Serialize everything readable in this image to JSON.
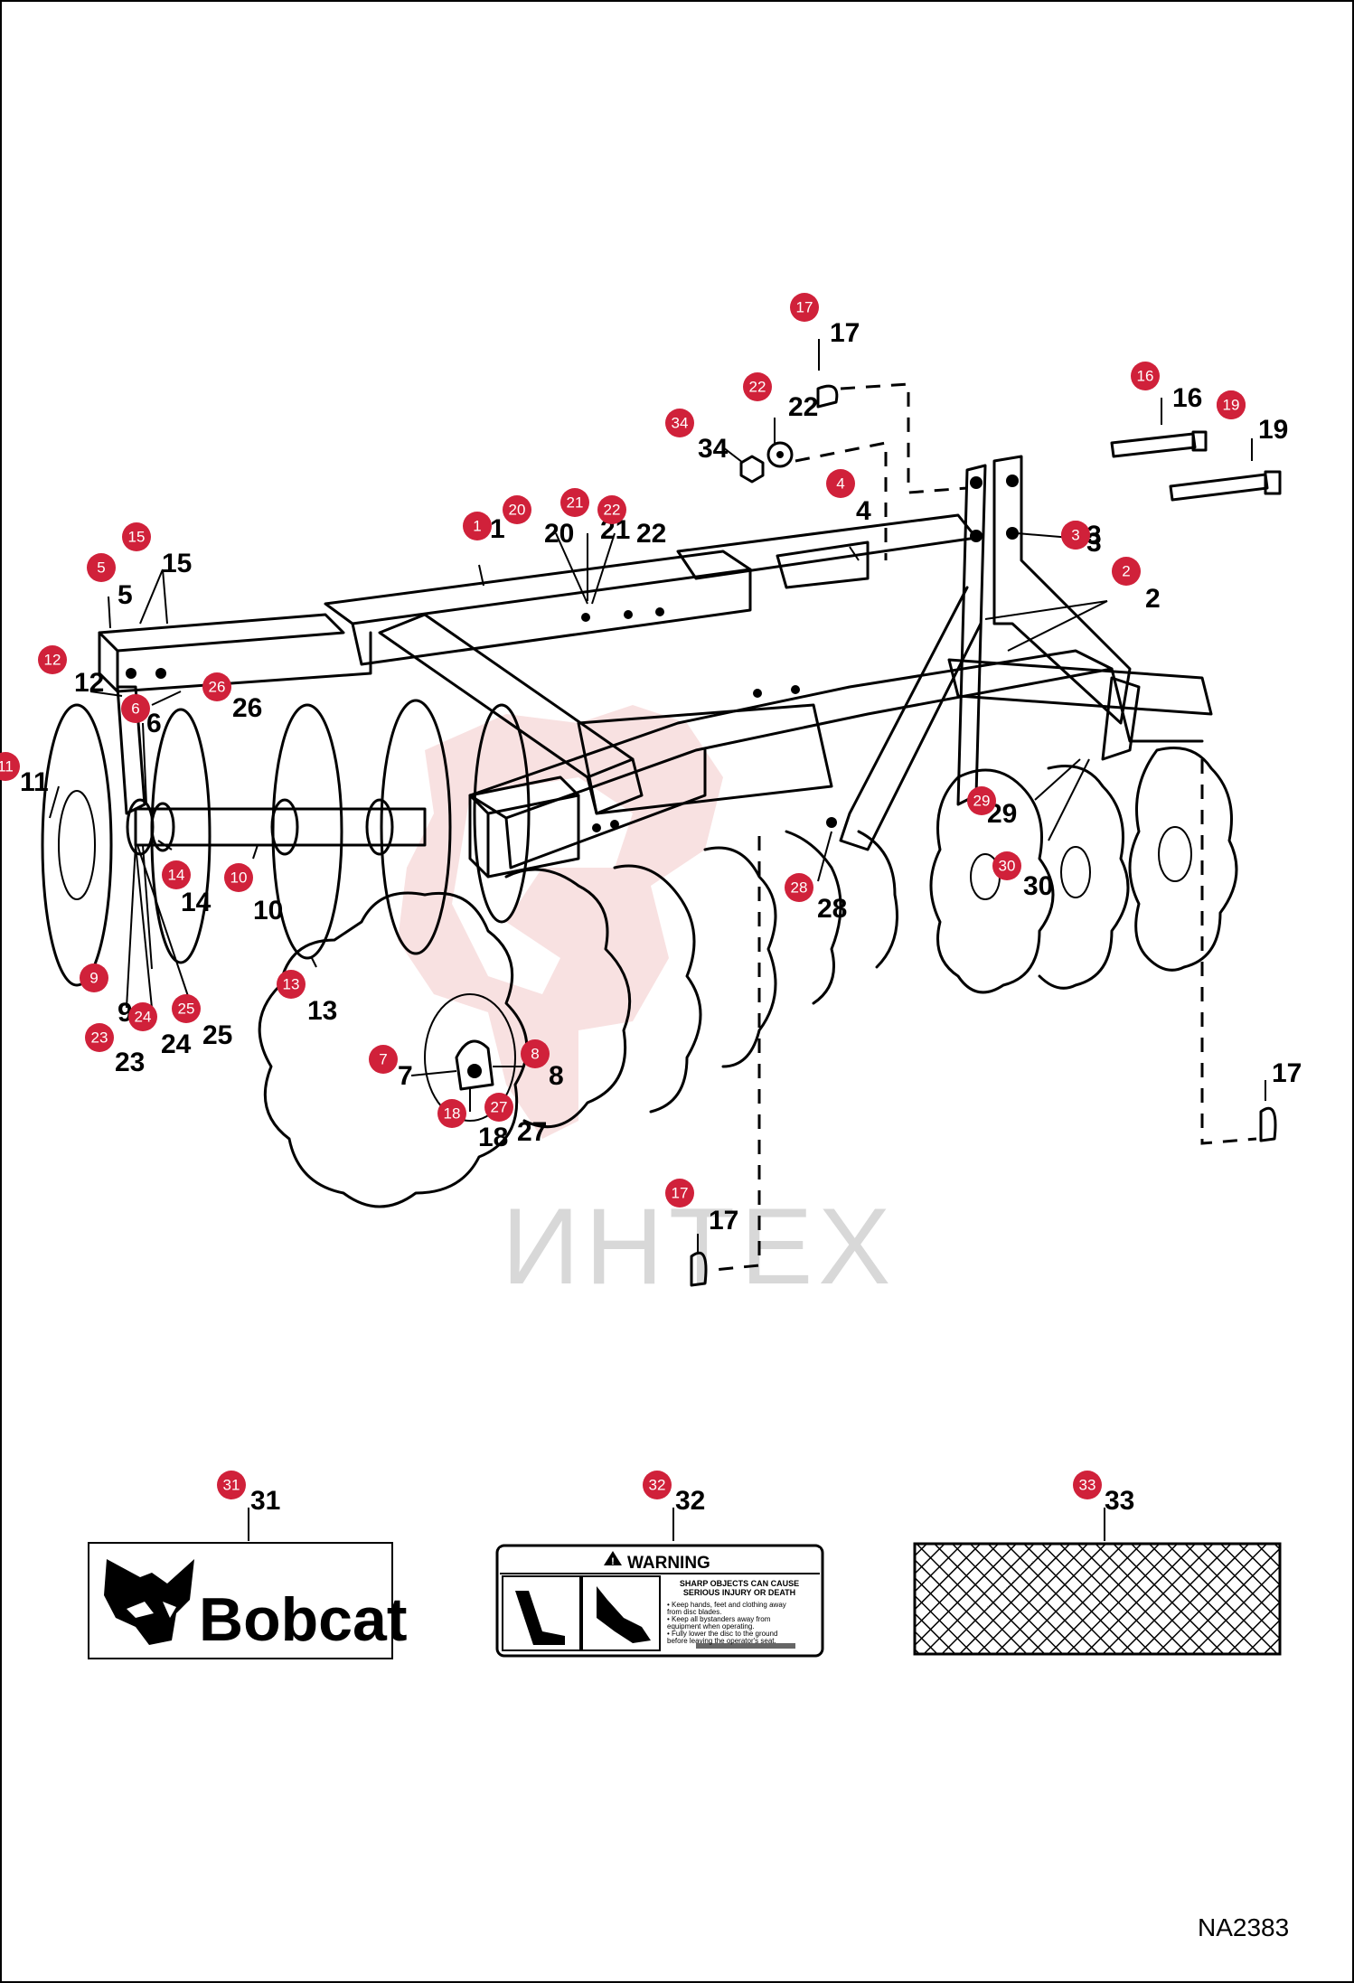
{
  "figure_id": "NA2383",
  "watermark": "ИНТЕХ",
  "colors": {
    "badge": "#d0213a",
    "line": "#000000",
    "watermark_logo": "#f2c4c4"
  },
  "decals": {
    "bobcat": {
      "brand": "Bobcat"
    },
    "warning": {
      "heading": "WARNING",
      "subheading_1": "SHARP OBJECTS CAN CAUSE",
      "subheading_2": "SERIOUS INJURY OR DEATH",
      "bullets": [
        "• Keep hands, feet and clothing away",
        "  from disc blades.",
        "• Keep all bystanders away from",
        "  equipment when operating.",
        "• Fully lower the disc to the ground",
        "  before leaving the operator's seat."
      ]
    }
  },
  "callouts": [
    {
      "n": "1"
    },
    {
      "n": "2"
    },
    {
      "n": "3"
    },
    {
      "n": "3"
    },
    {
      "n": "4"
    },
    {
      "n": "5"
    },
    {
      "n": "6"
    },
    {
      "n": "7"
    },
    {
      "n": "8"
    },
    {
      "n": "9"
    },
    {
      "n": "10"
    },
    {
      "n": "11"
    },
    {
      "n": "12"
    },
    {
      "n": "13"
    },
    {
      "n": "14"
    },
    {
      "n": "15"
    },
    {
      "n": "16"
    },
    {
      "n": "17"
    },
    {
      "n": "17"
    },
    {
      "n": "17"
    },
    {
      "n": "18"
    },
    {
      "n": "19"
    },
    {
      "n": "20"
    },
    {
      "n": "21"
    },
    {
      "n": "22"
    },
    {
      "n": "22"
    },
    {
      "n": "23"
    },
    {
      "n": "24"
    },
    {
      "n": "25"
    },
    {
      "n": "26"
    },
    {
      "n": "27"
    },
    {
      "n": "28"
    },
    {
      "n": "29"
    },
    {
      "n": "30"
    },
    {
      "n": "31"
    },
    {
      "n": "32"
    },
    {
      "n": "33"
    },
    {
      "n": "34"
    }
  ]
}
